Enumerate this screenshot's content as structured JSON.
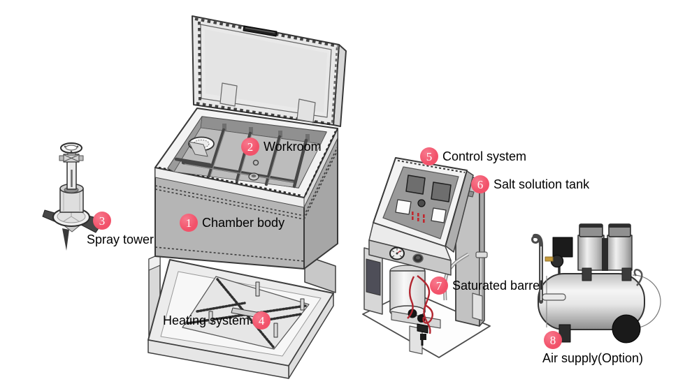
{
  "diagram": {
    "badge_color": "#f2526a",
    "badge_highlight_color": "#f7798d",
    "line_color": "#383838",
    "background_color": "#ffffff",
    "labels": [
      {
        "num": "1",
        "text": "Chamber body"
      },
      {
        "num": "2",
        "text": "Workroom"
      },
      {
        "num": "3",
        "text": "Spray tower"
      },
      {
        "num": "4",
        "text": "Heating system"
      },
      {
        "num": "5",
        "text": "Control system"
      },
      {
        "num": "6",
        "text": "Salt solution tank"
      },
      {
        "num": "7",
        "text": "Saturated barrel"
      },
      {
        "num": "8",
        "text": "Air supply(Option)"
      }
    ]
  }
}
